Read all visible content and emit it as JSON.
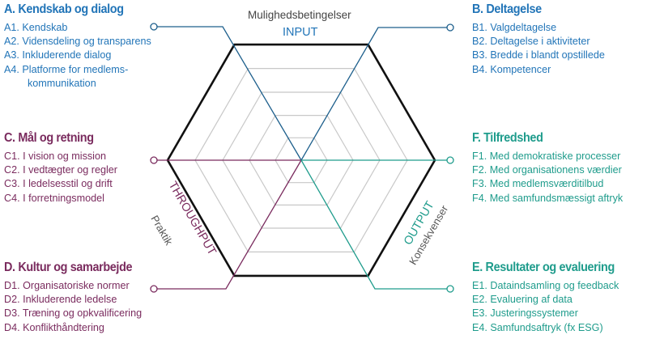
{
  "colors": {
    "blue": "#2275b8",
    "blue_line": "#1d5f8c",
    "purple": "#7a2b5e",
    "teal": "#1f9c8c",
    "hex": "#111111",
    "grid": "#c8c8c8"
  },
  "center": {
    "top_sub": "Mulighedsbetingelser",
    "input": "INPUT",
    "throughput": "THROUGHPUT",
    "praktik": "Praktik",
    "output": "OUTPUT",
    "konsekvenser": "Konsekvenser"
  },
  "sections": {
    "a": {
      "title": "A. Kendskab og dialog",
      "items": [
        "A1. Kendskab",
        "A2. Vidensdeling og transparens",
        "A3. Inkluderende dialog",
        "A4. Platforme for medlems-"
      ],
      "item4_cont": "kommunikation"
    },
    "b": {
      "title": "B. Deltagelse",
      "items": [
        "B1. Valgdeltagelse",
        "B2. Deltagelse i aktiviteter",
        "B3. Bredde i blandt opstillede",
        "B4. Kompetencer"
      ]
    },
    "c": {
      "title": "C. Mål og retning",
      "items": [
        "C1. I vision og mission",
        "C2. I vedtægter og regler",
        "C3. I ledelsesstil og drift",
        "C4. I forretningsmodel"
      ]
    },
    "f": {
      "title": "F. Tilfredshed",
      "items": [
        "F1. Med demokratiske processer",
        "F2. Med organisationens værdier",
        "F3. Med medlemsværditilbud",
        "F4. Med samfundsmæssigt aftryk"
      ]
    },
    "d": {
      "title": "D. Kultur og samarbejde",
      "items": [
        "D1. Organisatoriske normer",
        "D2. Inkluderende ledelse",
        "D3. Træning og opkvalificering",
        "D4. Konflikthåndtering"
      ]
    },
    "e": {
      "title": "E. Resultater og evaluering",
      "items": [
        "E1. Dataindsamling og feedback",
        "E2. Evaluering af data",
        "E3. Justeringssystemer",
        "E4. Samfundsaftryk (fx ESG)"
      ]
    }
  }
}
